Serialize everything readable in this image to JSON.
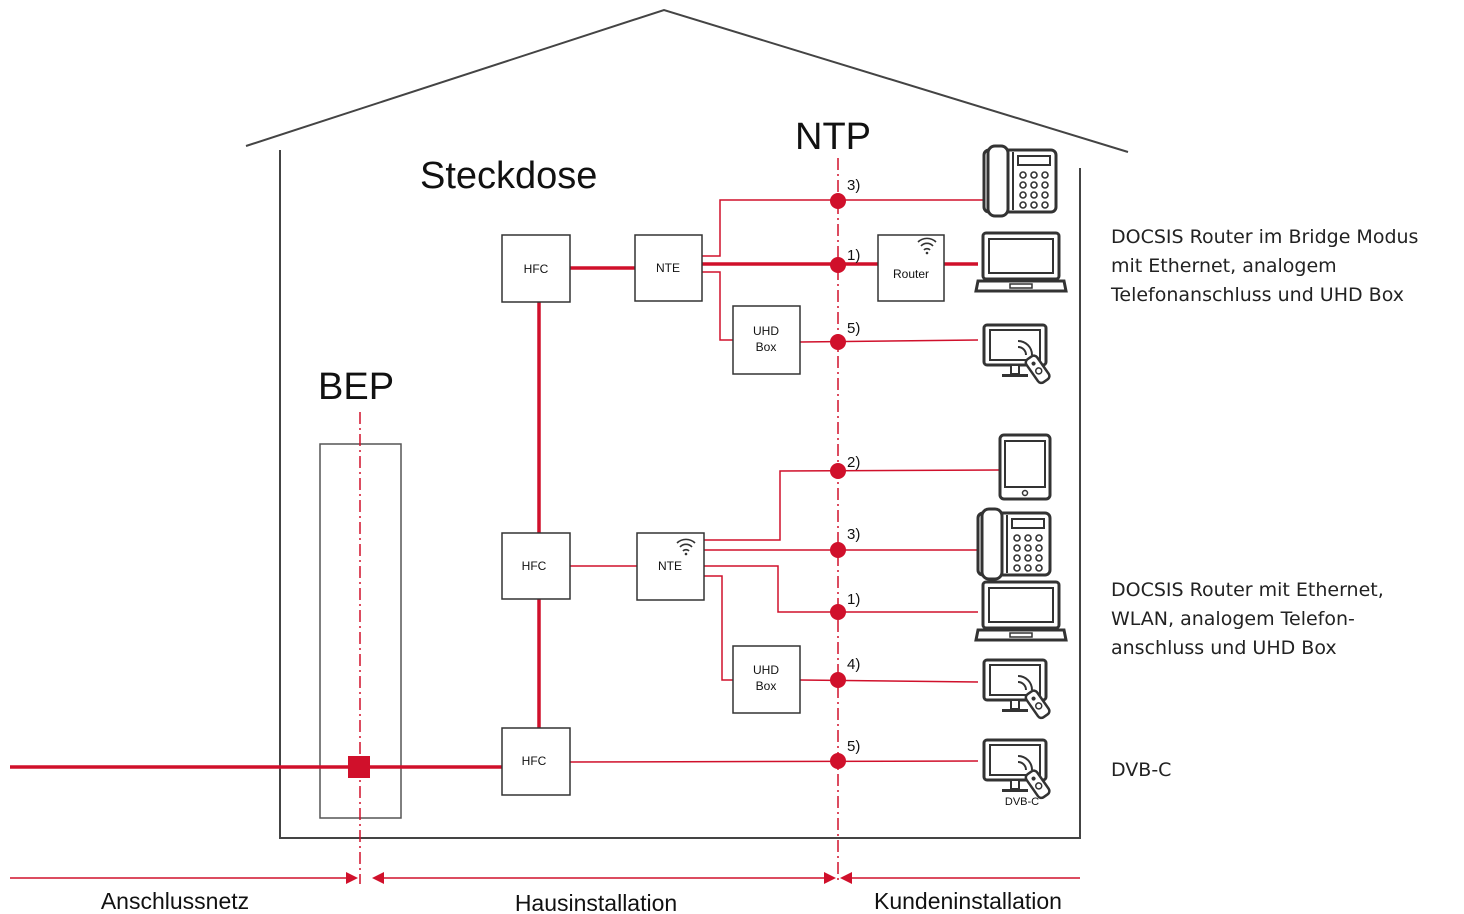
{
  "labels": {
    "steckdose": "Steckdose",
    "ntp": "NTP",
    "bep": "BEP",
    "hfc": "HFC",
    "nte": "NTE",
    "uhd_line1": "UHD",
    "uhd_line2": "Box",
    "router": "Router",
    "dvbc_device": "DVB-C"
  },
  "numbers": {
    "top_phone": "3)",
    "top_laptop": "1)",
    "top_tv": "5)",
    "mid_tablet": "2)",
    "mid_phone": "3)",
    "mid_laptop": "1)",
    "mid_tv": "4)",
    "bottom_tv": "5)"
  },
  "segments": {
    "left": "Anschlussnetz",
    "middle": "Hausinstallation",
    "right": "Kundeninstallation"
  },
  "descriptions": {
    "top": [
      "DOCSIS Router im Bridge Modus",
      "mit Ethernet, analogem",
      "Telefonanschluss und UHD Box"
    ],
    "middle": [
      "DOCSIS Router mit Ethernet,",
      "WLAN, analogem Telefon-",
      "anschluss und UHD Box"
    ],
    "bottom": [
      "DVB-C"
    ]
  },
  "colors": {
    "accent": "#d0102b",
    "line": "#333333"
  },
  "icons": [
    "desk-phone-icon",
    "laptop-icon",
    "tv-remote-icon",
    "tablet-icon",
    "wifi-icon"
  ]
}
